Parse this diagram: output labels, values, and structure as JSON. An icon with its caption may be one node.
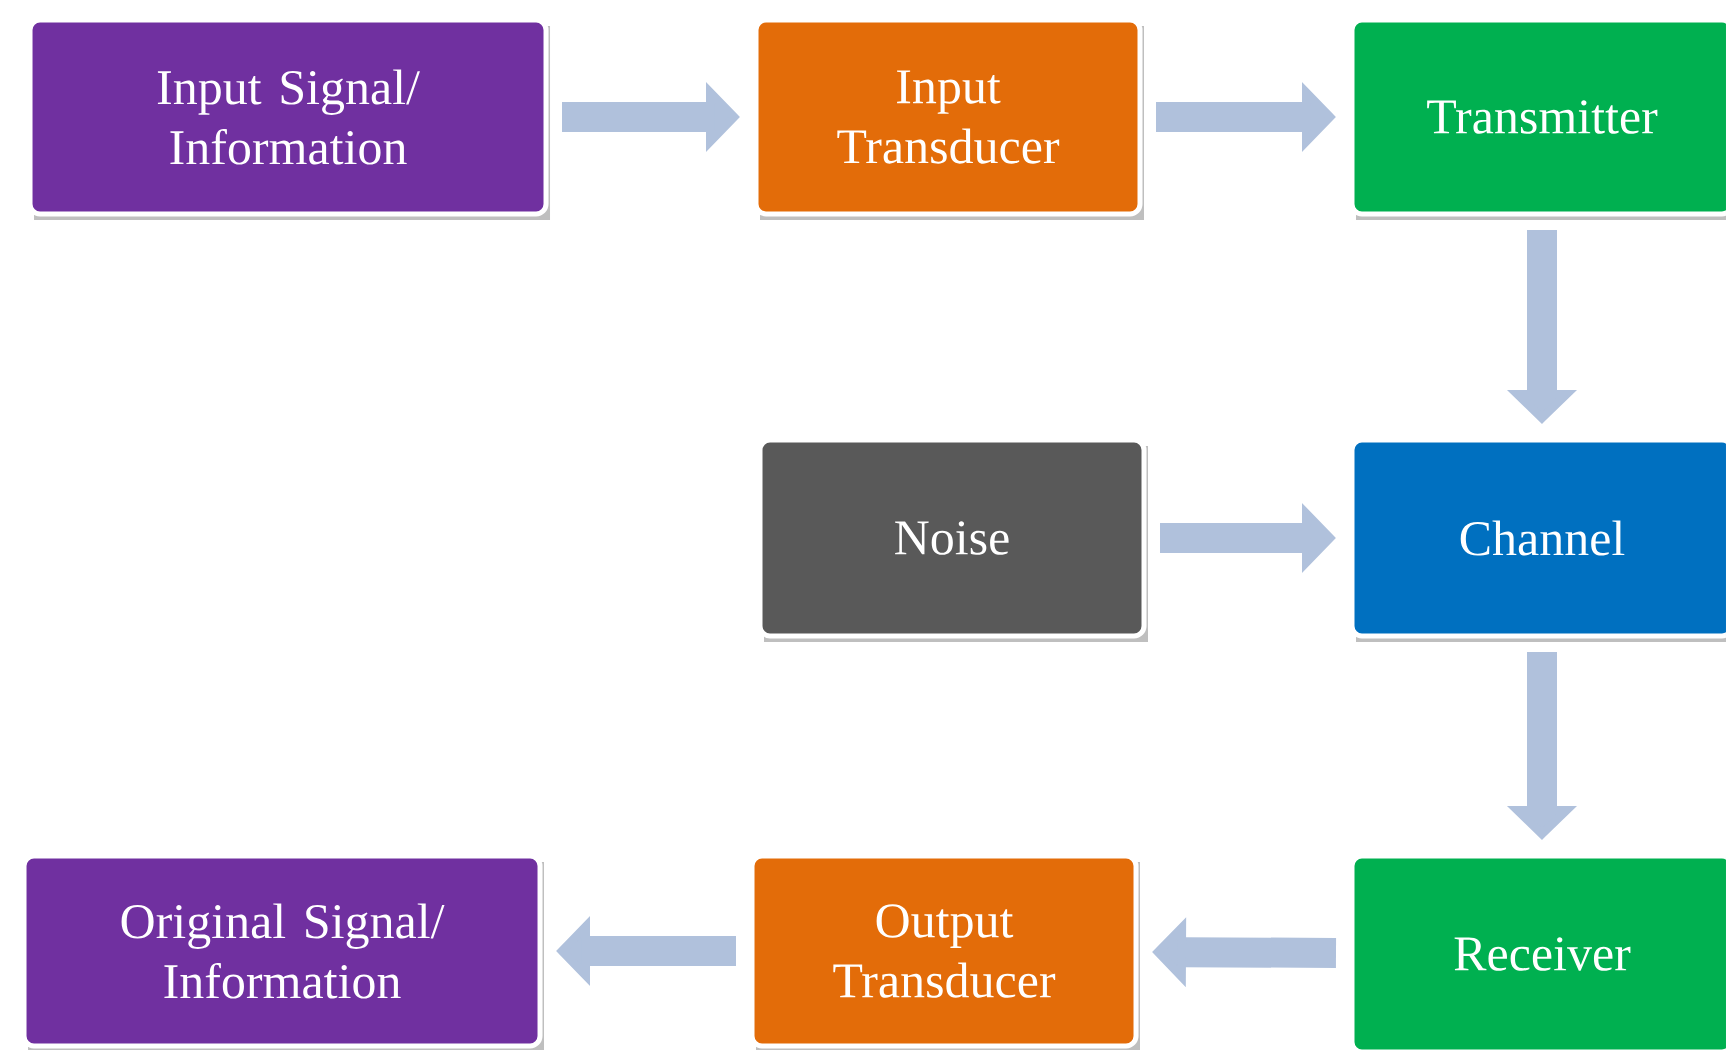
{
  "diagram": {
    "nodes": [
      {
        "text": [
          "Input Signal/ Information"
        ]
      },
      {
        "text": [
          "Input Transducer"
        ]
      },
      {
        "text": [
          "Transmitter"
        ]
      },
      {
        "text": [
          "Noise"
        ]
      },
      {
        "text": [
          "Channel"
        ]
      },
      {
        "text": [
          "Receiver"
        ]
      },
      {
        "text": [
          "Output Transducer"
        ]
      },
      {
        "text": [
          "Original Signal/ Information"
        ]
      }
    ],
    "edges": [
      {
        "from": 0,
        "to": 1,
        "arrow": "to"
      },
      {
        "from": 1,
        "to": 2,
        "arrow": "to"
      },
      {
        "from": 2,
        "to": 4,
        "arrow": "to"
      },
      {
        "from": 3,
        "to": 4,
        "arrow": "to"
      },
      {
        "from": 4,
        "to": 5,
        "arrow": "to"
      },
      {
        "from": 5,
        "to": 6,
        "arrow": "to"
      },
      {
        "from": 6,
        "to": 7,
        "arrow": "to"
      }
    ]
  }
}
